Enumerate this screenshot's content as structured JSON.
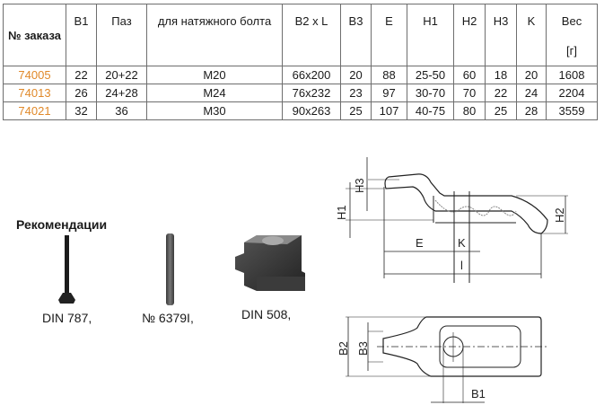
{
  "table": {
    "headers": {
      "order": "№ заказа",
      "b1": "B1",
      "slot": "Паз",
      "bolt": "для натяжного болта",
      "b2l": "B2 x L",
      "b3": "B3",
      "e": "E",
      "h1": "H1",
      "h2": "H2",
      "h3": "H3",
      "k": "K",
      "weight": "Вес",
      "weight_unit": "[г]"
    },
    "rows": [
      {
        "order": "74005",
        "b1": "22",
        "slot": "20+22",
        "bolt": "M20",
        "b2l": "66x200",
        "b3": "20",
        "e": "88",
        "h1": "25-50",
        "h2": "60",
        "h3": "18",
        "k": "20",
        "weight": "1608"
      },
      {
        "order": "74013",
        "b1": "26",
        "slot": "24+28",
        "bolt": "M24",
        "b2l": "76x232",
        "b3": "23",
        "e": "97",
        "h1": "30-70",
        "h2": "70",
        "h3": "22",
        "k": "24",
        "weight": "2204"
      },
      {
        "order": "74021",
        "b1": "32",
        "slot": "36",
        "bolt": "M30",
        "b2l": "90x263",
        "b3": "25",
        "e": "107",
        "h1": "40-75",
        "h2": "80",
        "h3": "25",
        "k": "28",
        "weight": "3559"
      }
    ],
    "accent_color": "#e0892a"
  },
  "recommendations": {
    "title": "Рекомендации",
    "items": [
      {
        "label": "DIN 787,",
        "icon": "t-bolt-icon"
      },
      {
        "label": "№ 6379I,",
        "icon": "stud-icon"
      },
      {
        "label": "DIN 508,",
        "icon": "t-nut-icon"
      }
    ]
  },
  "drawing": {
    "side_labels": {
      "h3": "H3",
      "h1": "H1",
      "h2": "H2",
      "e": "E",
      "k": "K",
      "l": "l"
    },
    "top_labels": {
      "b2": "B2",
      "b3": "B3",
      "b1": "B1"
    }
  }
}
